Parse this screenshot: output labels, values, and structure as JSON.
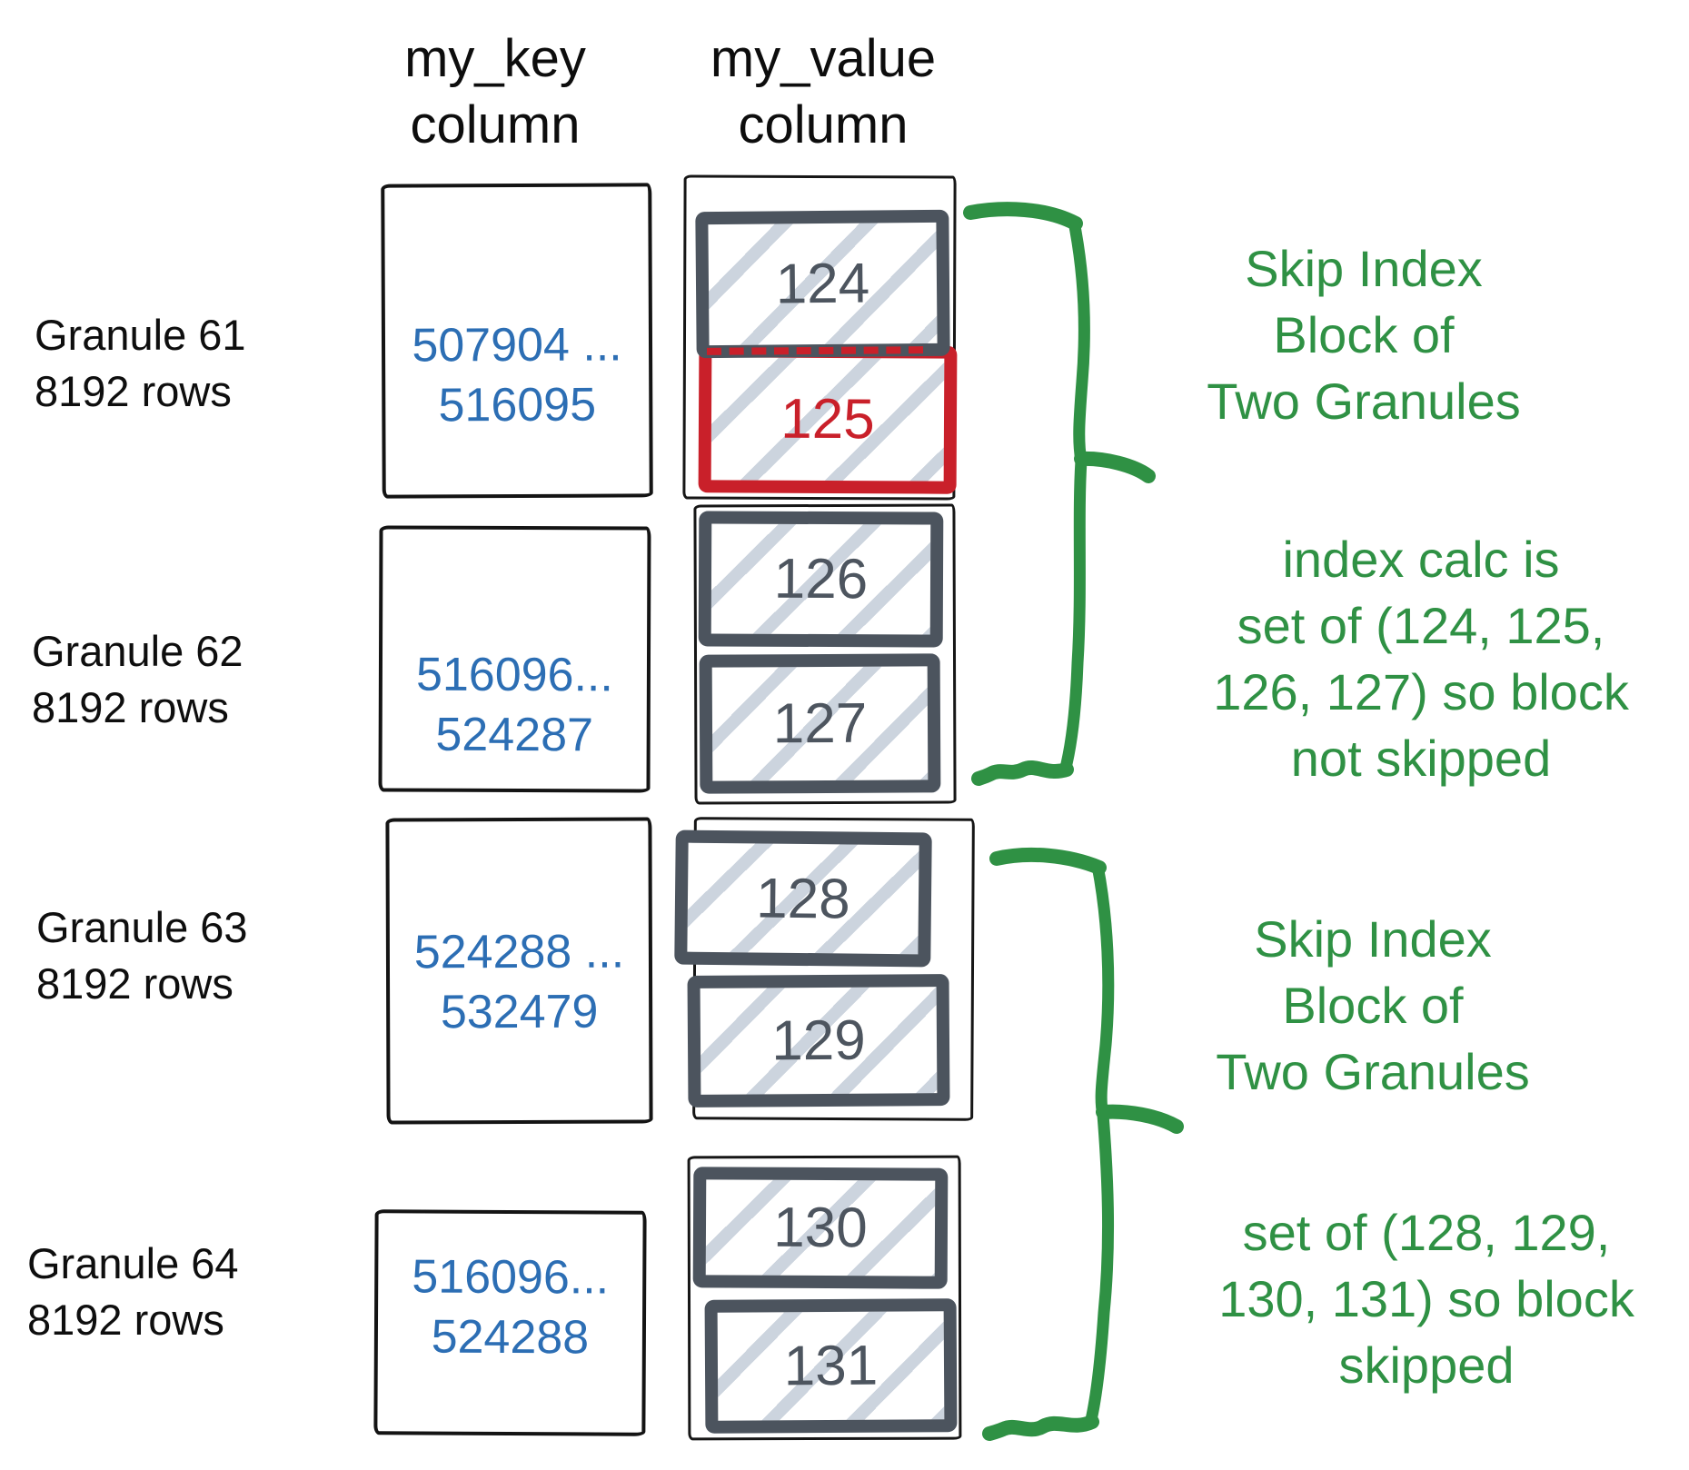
{
  "key_header": {
    "line1": "my_key",
    "line2": "column"
  },
  "value_header": {
    "line1": "my_value",
    "line2": "column"
  },
  "granules": [
    {
      "label1": "Granule 61",
      "label2": "8192 rows",
      "key1": "507904 ...",
      "key2": "516095",
      "block1": "124",
      "block2": "125"
    },
    {
      "label1": "Granule 62",
      "label2": "8192 rows",
      "key1": "516096...",
      "key2": "524287",
      "block1": "126",
      "block2": "127"
    },
    {
      "label1": "Granule 63",
      "label2": "8192 rows",
      "key1": "524288 ...",
      "key2": "532479",
      "block1": "128",
      "block2": "129"
    },
    {
      "label1": "Granule 64",
      "label2": "8192 rows",
      "key1": "516096...",
      "key2": "524288",
      "block1": "130",
      "block2": "131"
    }
  ],
  "annotations": [
    {
      "line1": "Skip Index",
      "line2": "Block of",
      "line3": "Two Granules"
    },
    {
      "line1": "index calc is",
      "line2": "set of (124, 125,",
      "line3": "126, 127) so block",
      "line4": "not skipped"
    },
    {
      "line1": "Skip Index",
      "line2": "Block of",
      "line3": "Two Granules"
    },
    {
      "line1": "set of (128, 129,",
      "line2": "130, 131) so block",
      "line3": "skipped"
    }
  ],
  "colors": {
    "annotation_green": "#2f9144",
    "highlight_red": "#c9202a",
    "key_blue": "#2c6eb4",
    "block_slate": "#4c545e",
    "hatch_stripe": "#ccd4de",
    "sketch_ink": "#141414"
  }
}
